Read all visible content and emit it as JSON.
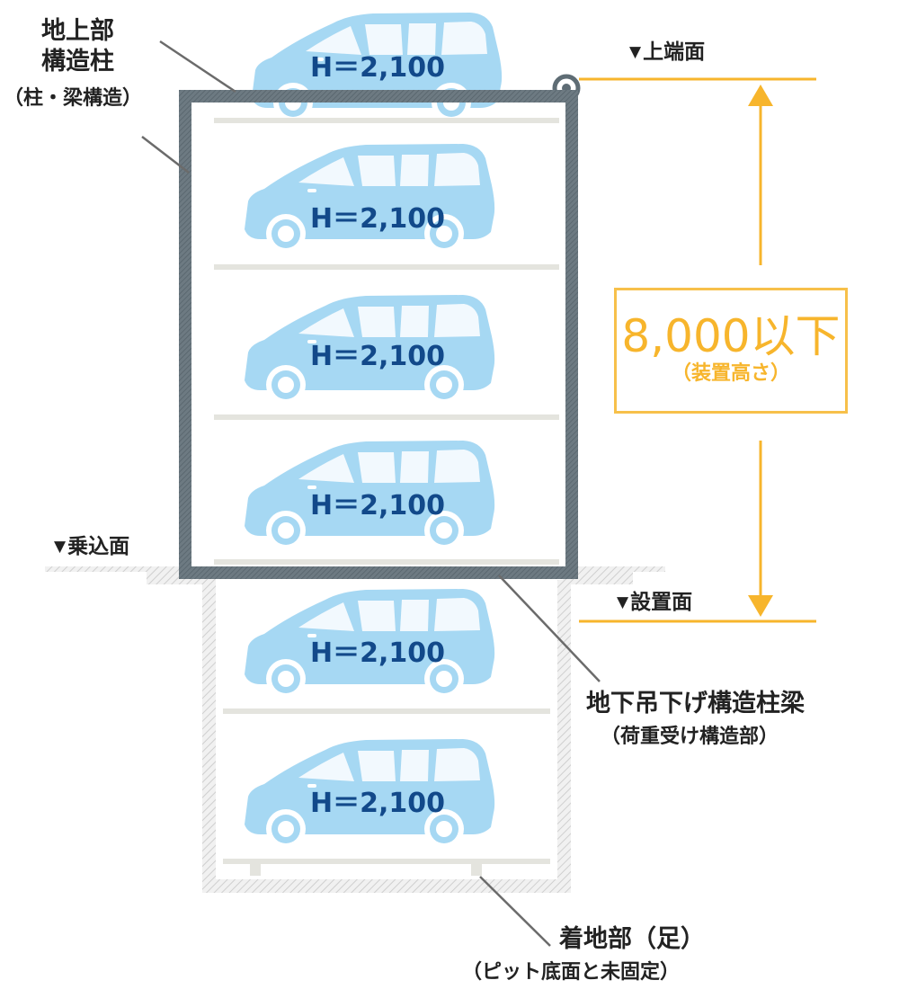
{
  "labels": {
    "above_ground_line1": "地上部",
    "above_ground_line2": "構造柱",
    "above_ground_line3": "（柱・梁構造）",
    "top_surface": "上端面",
    "boarding_surface": "乗込面",
    "install_surface": "設置面",
    "underground_line1": "地下吊下げ構造柱梁",
    "underground_line2": "（荷重受け構造部）",
    "landing_line1": "着地部（足）",
    "landing_line2": "（ピット底面と未固定）",
    "triangle_icon": "▼"
  },
  "dimension": {
    "value": "8,000以下",
    "note": "（装置高さ）"
  },
  "car_height_label": "H＝2,100",
  "colors": {
    "car": "#a6d8f3",
    "frame": "#5e6c74",
    "accent": "#f7b52c",
    "pit": "#d9d9d9",
    "text": "#222222",
    "car_label": "#12498a"
  },
  "icons": {
    "car": "minivan-icon",
    "pivot": "pivot-ring-icon",
    "arrow": "dimension-arrow-icon"
  }
}
